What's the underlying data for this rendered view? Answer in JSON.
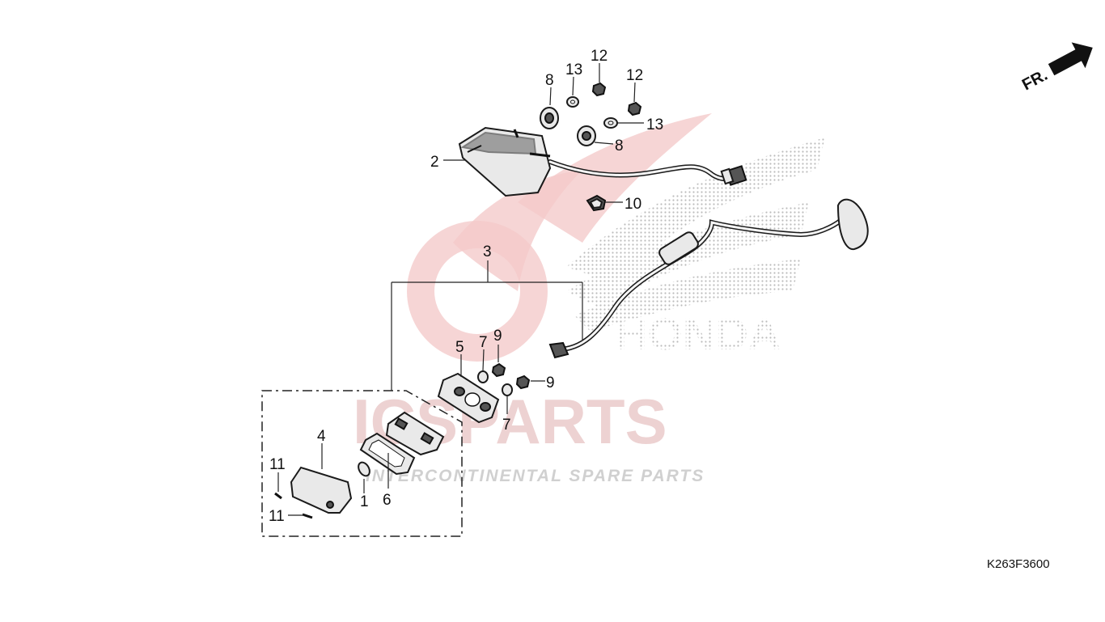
{
  "direction_marker": {
    "label": "FR.",
    "icon": "arrow-front-icon"
  },
  "reference_code": "K263F3600",
  "watermark": {
    "brand": "ICSPARTS",
    "tagline": "INTERCONTINENTAL SPARE PARTS",
    "logo_text": "HONDA"
  },
  "callouts": {
    "c1": "1",
    "c2": "2",
    "c3": "3",
    "c4": "4",
    "c5": "5",
    "c6": "6",
    "c7a": "7",
    "c7b": "7",
    "c8a": "8",
    "c8b": "8",
    "c9a": "9",
    "c9b": "9",
    "c10": "10",
    "c11a": "11",
    "c11b": "11",
    "c12a": "12",
    "c12b": "12",
    "c13a": "13",
    "c13b": "13"
  },
  "colors": {
    "watermark_red": "#e8a0a0",
    "watermark_gray": "#c8c8c8",
    "line": "#111111"
  }
}
